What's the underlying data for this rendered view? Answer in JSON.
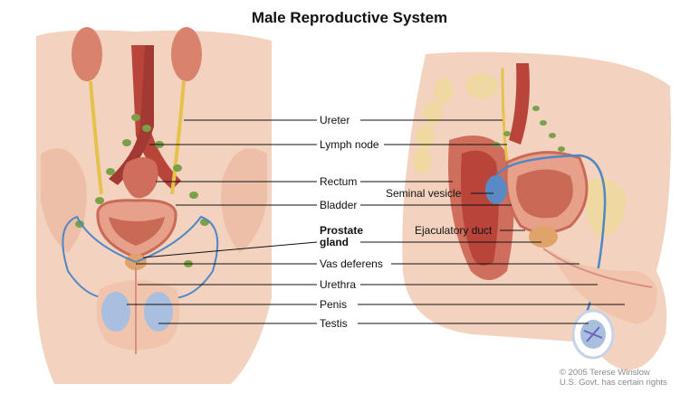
{
  "title": "Male Reproductive System",
  "labels": {
    "ureter": "Ureter",
    "lymph_node": "Lymph node",
    "rectum": "Rectum",
    "bladder": "Bladder",
    "prostate_line1": "Prostate",
    "prostate_line2": "gland",
    "vas_deferens": "Vas deferens",
    "urethra": "Urethra",
    "penis": "Penis",
    "testis": "Testis",
    "seminal_vesicle": "Seminal vesicle",
    "ejaculatory_duct": "Ejaculatory duct"
  },
  "credit": {
    "line1": "© 2005 Terese Winslow",
    "line2": "U.S. Govt. has certain rights"
  },
  "colors": {
    "skin": "#f3d3bf",
    "skin_dark": "#e9b79e",
    "tissue": "#d9826e",
    "organ_red": "#b9453a",
    "bladder": "#c96a56",
    "ureter_yellow": "#e6c24a",
    "lymph_green": "#7aa04a",
    "vessel_blue": "#4f86c6",
    "bone": "#efd9a0",
    "testis_blue": "#a8bfe0"
  }
}
